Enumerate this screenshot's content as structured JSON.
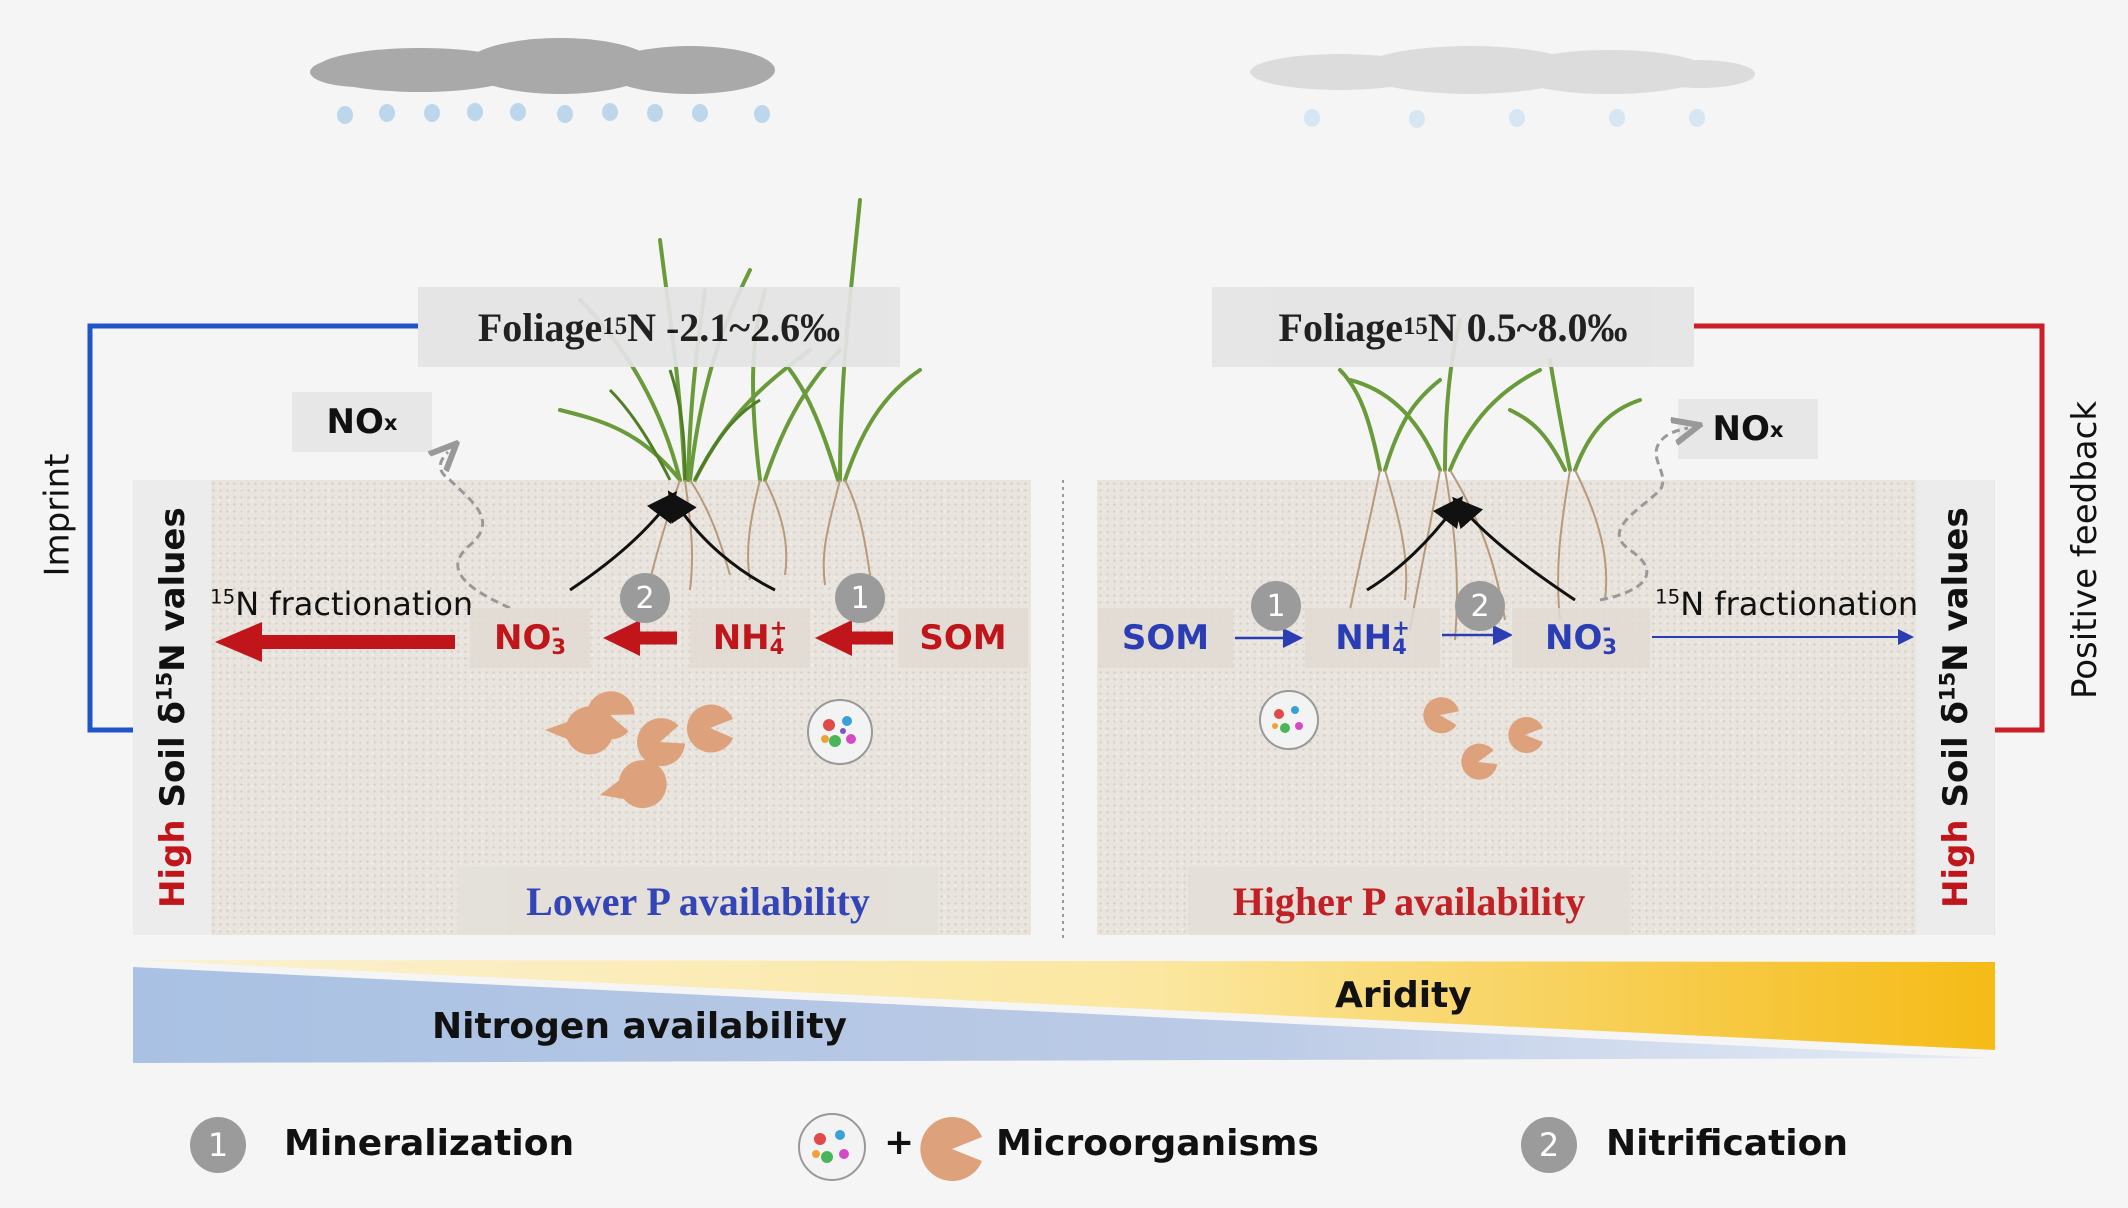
{
  "left": {
    "foliage_prefix": "Foliage ",
    "foliage_iso_sup": "15",
    "foliage_iso_rest": "N -2.1~2.6‰",
    "nox_main": "NO",
    "nox_sub": "x",
    "fractionation_sup": "15",
    "fractionation_rest": "N fractionation",
    "no3_main": "NO",
    "no3_sub": "3",
    "no3_sup": "-",
    "nh4_main": "NH",
    "nh4_sub": "4",
    "nh4_sup": "+",
    "som": "SOM",
    "step1": "1",
    "step2": "2",
    "p_availability": "Lower P availability",
    "soil_high": "High",
    "soil_rest_a": " Soil δ",
    "soil_sup": "15",
    "soil_rest_b": "N values",
    "side_label": "Imprint"
  },
  "right": {
    "foliage_prefix": "Foliage ",
    "foliage_iso_sup": "15",
    "foliage_iso_rest": "N 0.5~8.0‰",
    "nox_main": "NO",
    "nox_sub": "x",
    "fractionation_sup": "15",
    "fractionation_rest": "N fractionation",
    "no3_main": "NO",
    "no3_sub": "3",
    "no3_sup": "-",
    "nh4_main": "NH",
    "nh4_sub": "4",
    "nh4_sup": "+",
    "som": "SOM",
    "step1": "1",
    "step2": "2",
    "p_availability": "Higher P availability",
    "soil_high": "High",
    "soil_rest_a": " Soil δ",
    "soil_sup": "15",
    "soil_rest_b": "N values",
    "side_label": "Positive feedback"
  },
  "gradient": {
    "aridity": "Aridity",
    "nitrogen": "Nitrogen availability"
  },
  "legend": {
    "mineralization_num": "1",
    "mineralization": "Mineralization",
    "plus": "+",
    "microorganisms": "Microorganisms",
    "nitrification_num": "2",
    "nitrification": "Nitrification"
  },
  "colors": {
    "red": "#c0161b",
    "blue": "#2b3db5",
    "blue_line": "#1f55c8",
    "red_line": "#cc2027",
    "pac": "#dda27b",
    "aridity": "#f5bb16",
    "nitrogen": "#a9c1e3"
  }
}
